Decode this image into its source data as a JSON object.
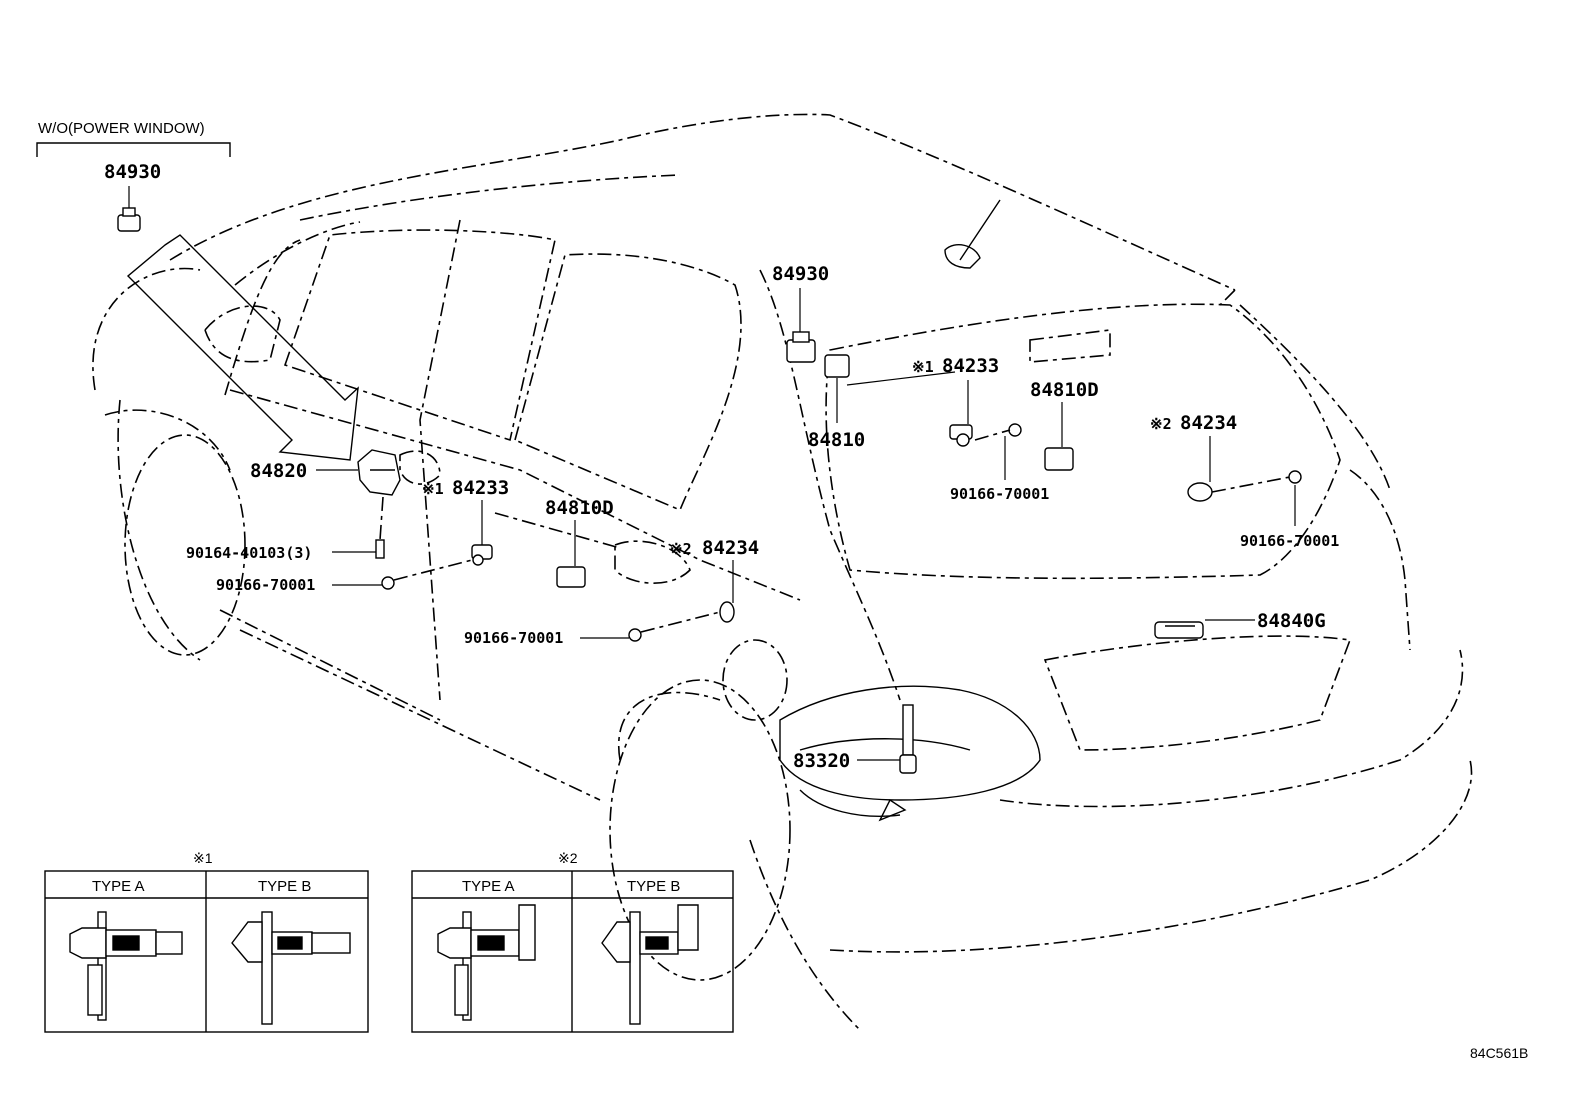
{
  "top_caption": "W/O(POWER WINDOW)",
  "code": "84C561B",
  "labels": {
    "p84930_top": "84930",
    "p84930_roof": "84930",
    "p84810": "84810",
    "p84233_rear": "84233",
    "p84810D_rear": "84810D",
    "p84234_rear": "84234",
    "p90166_rear_a": "90166-70001",
    "p90166_rear_b": "90166-70001",
    "p84840G": "84840G",
    "p84820": "84820",
    "p84233_door": "84233",
    "p84810D_door": "84810D",
    "p84234_door": "84234",
    "p90164": "90164-40103(3)",
    "p90166_door_a": "90166-70001",
    "p90166_door_b": "90166-70001",
    "p83320": "83320"
  },
  "marks": {
    "m1": "※1",
    "m2": "※2"
  },
  "legend": {
    "box1": {
      "mark": "※1",
      "type_a": "TYPE A",
      "type_b": "TYPE B"
    },
    "box2": {
      "mark": "※2",
      "type_a": "TYPE A",
      "type_b": "TYPE B"
    }
  }
}
